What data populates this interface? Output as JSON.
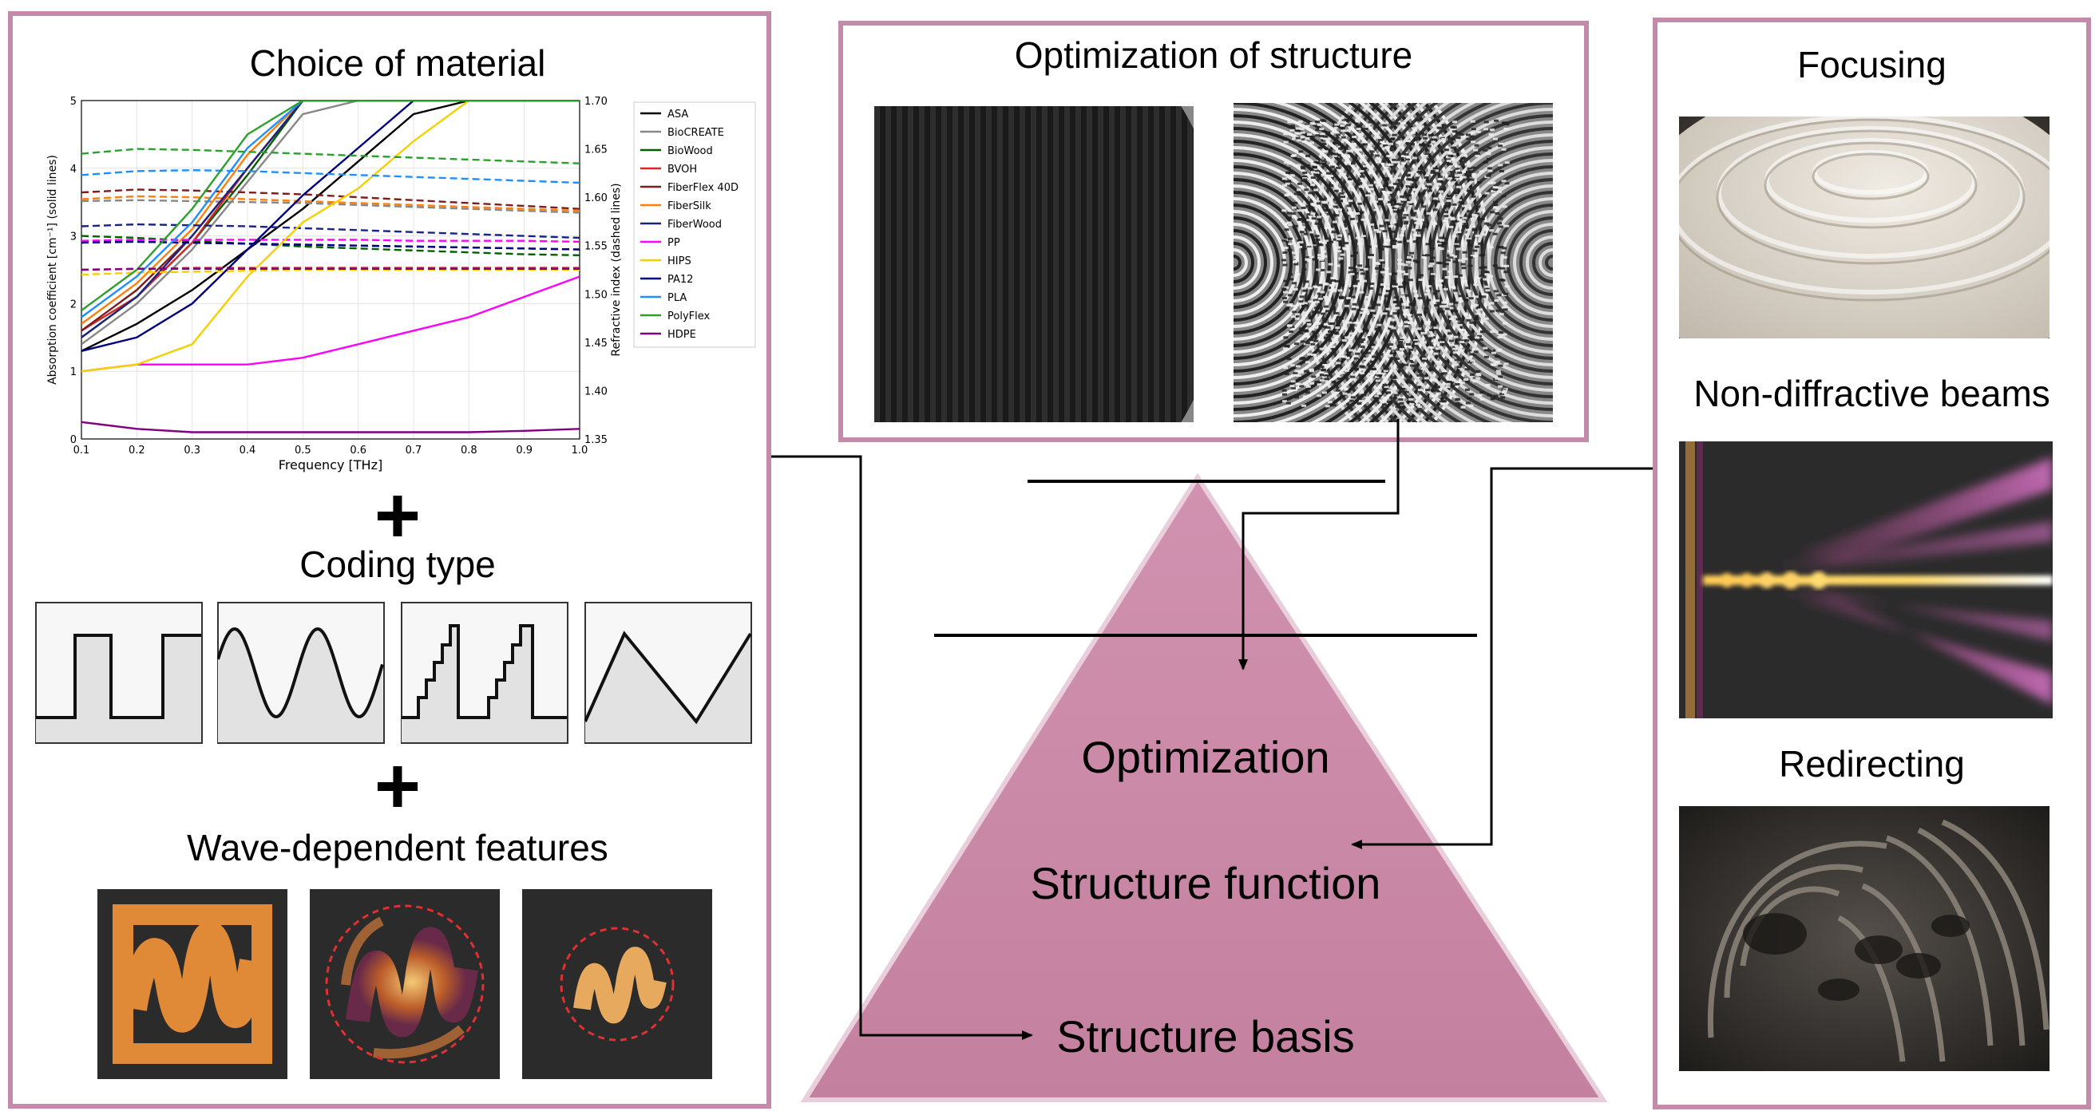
{
  "left_panel": {
    "title": "Choice of material",
    "coding_title": "Coding type",
    "features_title": "Wave-dependent features",
    "plus": "+"
  },
  "chart_data": {
    "type": "line",
    "title": "",
    "xlabel": "Frequency [THz]",
    "ylabel": "Absorption coefficient [cm⁻¹] (solid lines)",
    "y2label": "Refractive index (dashed lines)",
    "xlim": [
      0.1,
      1.0
    ],
    "ylim": [
      0,
      5
    ],
    "y2lim": [
      1.35,
      1.7
    ],
    "x_ticks": [
      "0.1",
      "0.2",
      "0.3",
      "0.4",
      "0.5",
      "0.6",
      "0.7",
      "0.8",
      "0.9",
      "1.0"
    ],
    "y_ticks": [
      "0",
      "1",
      "2",
      "3",
      "4",
      "5"
    ],
    "y2_ticks": [
      "1.35",
      "1.40",
      "1.45",
      "1.50",
      "1.55",
      "1.60",
      "1.65",
      "1.70"
    ],
    "legend_position": "right",
    "grid": true,
    "x": [
      0.1,
      0.2,
      0.3,
      0.4,
      0.5,
      0.6,
      0.7,
      0.8,
      0.9,
      1.0
    ],
    "series": [
      {
        "name": "ASA",
        "color": "#000000",
        "absorption": [
          1.3,
          1.7,
          2.2,
          2.8,
          3.4,
          4.1,
          4.8,
          5.0,
          5.0,
          5.0
        ],
        "index": [
          1.555,
          1.554,
          1.553,
          1.552,
          1.551,
          1.55,
          1.549,
          1.548,
          1.547,
          1.546
        ]
      },
      {
        "name": "BioCREATE",
        "color": "#888888",
        "absorption": [
          1.4,
          2.0,
          2.8,
          3.8,
          4.8,
          5.0,
          5.0,
          5.0,
          5.0,
          5.0
        ],
        "index": [
          1.596,
          1.597,
          1.596,
          1.595,
          1.594,
          1.592,
          1.59,
          1.588,
          1.586,
          1.584
        ]
      },
      {
        "name": "BioWood",
        "color": "#005f00",
        "absorption": [
          1.5,
          2.1,
          2.9,
          3.9,
          5.0,
          5.0,
          5.0,
          5.0,
          5.0,
          5.0
        ],
        "index": [
          1.56,
          1.558,
          1.555,
          1.552,
          1.549,
          1.547,
          1.545,
          1.543,
          1.541,
          1.54
        ]
      },
      {
        "name": "BVOH",
        "color": "#d62728",
        "absorption": [
          1.6,
          2.1,
          2.9,
          4.0,
          5.0,
          5.0,
          5.0,
          5.0,
          5.0,
          5.0
        ],
        "index": [
          1.525,
          1.526,
          1.527,
          1.527,
          1.527,
          1.527,
          1.527,
          1.527,
          1.527,
          1.527
        ]
      },
      {
        "name": "FiberFlex 40D",
        "color": "#7b1e1e",
        "absorption": [
          1.6,
          2.2,
          3.0,
          4.0,
          5.0,
          5.0,
          5.0,
          5.0,
          5.0,
          5.0
        ],
        "index": [
          1.605,
          1.608,
          1.607,
          1.605,
          1.603,
          1.6,
          1.597,
          1.594,
          1.591,
          1.588
        ]
      },
      {
        "name": "FiberSilk",
        "color": "#ff7f0e",
        "absorption": [
          1.7,
          2.3,
          3.1,
          4.2,
          5.0,
          5.0,
          5.0,
          5.0,
          5.0,
          5.0
        ],
        "index": [
          1.598,
          1.601,
          1.6,
          1.598,
          1.596,
          1.594,
          1.592,
          1.59,
          1.588,
          1.586
        ]
      },
      {
        "name": "FiberWood",
        "color": "#1a237e",
        "absorption": [
          1.5,
          2.1,
          3.0,
          4.0,
          5.0,
          5.0,
          5.0,
          5.0,
          5.0,
          5.0
        ],
        "index": [
          1.57,
          1.572,
          1.571,
          1.57,
          1.568,
          1.566,
          1.564,
          1.562,
          1.56,
          1.558
        ]
      },
      {
        "name": "PP",
        "color": "#ff00ff",
        "absorption": [
          1.0,
          1.1,
          1.1,
          1.1,
          1.2,
          1.4,
          1.6,
          1.8,
          2.1,
          2.4
        ],
        "index": [
          1.555,
          1.556,
          1.556,
          1.556,
          1.556,
          1.556,
          1.555,
          1.555,
          1.555,
          1.554
        ]
      },
      {
        "name": "HIPS",
        "color": "#f5d000",
        "absorption": [
          1.0,
          1.1,
          1.4,
          2.4,
          3.2,
          3.7,
          4.4,
          5.0,
          5.0,
          5.0
        ],
        "index": [
          1.52,
          1.522,
          1.523,
          1.524,
          1.525,
          1.525,
          1.525,
          1.525,
          1.525,
          1.525
        ]
      },
      {
        "name": "PA12",
        "color": "#000080",
        "absorption": [
          1.3,
          1.5,
          2.0,
          2.8,
          3.6,
          4.3,
          5.0,
          5.0,
          5.0,
          5.0
        ],
        "index": [
          1.553,
          1.554,
          1.553,
          1.552,
          1.551,
          1.55,
          1.549,
          1.548,
          1.547,
          1.546
        ]
      },
      {
        "name": "PLA",
        "color": "#1f8fff",
        "absorption": [
          1.8,
          2.4,
          3.2,
          4.3,
          5.0,
          5.0,
          5.0,
          5.0,
          5.0,
          5.0
        ],
        "index": [
          1.623,
          1.627,
          1.628,
          1.627,
          1.625,
          1.623,
          1.621,
          1.619,
          1.617,
          1.615
        ]
      },
      {
        "name": "PolyFlex",
        "color": "#2ca02c",
        "absorption": [
          1.9,
          2.5,
          3.4,
          4.5,
          5.0,
          5.0,
          5.0,
          5.0,
          5.0,
          5.0
        ],
        "index": [
          1.645,
          1.65,
          1.649,
          1.647,
          1.645,
          1.643,
          1.641,
          1.639,
          1.637,
          1.635
        ]
      },
      {
        "name": "HDPE",
        "color": "#800080",
        "absorption": [
          0.25,
          0.15,
          0.1,
          0.1,
          0.1,
          0.1,
          0.1,
          0.1,
          0.12,
          0.15
        ],
        "index": [
          1.525,
          1.526,
          1.526,
          1.526,
          1.526,
          1.526,
          1.526,
          1.526,
          1.526,
          1.526
        ]
      }
    ]
  },
  "structure_panel": {
    "title": "Optimization of structure"
  },
  "pyramid": {
    "levels": [
      "Optimization",
      "Structure function",
      "Structure basis"
    ]
  },
  "right_panel": {
    "titles": [
      "Focusing",
      "Non-diffractive beams",
      "Redirecting"
    ]
  },
  "colors": {
    "panel_border": "#c48aa9",
    "pyramid_fill": "#c4819f",
    "wave_orange": "#e08a38",
    "dark_bg": "#2b2b2b"
  }
}
